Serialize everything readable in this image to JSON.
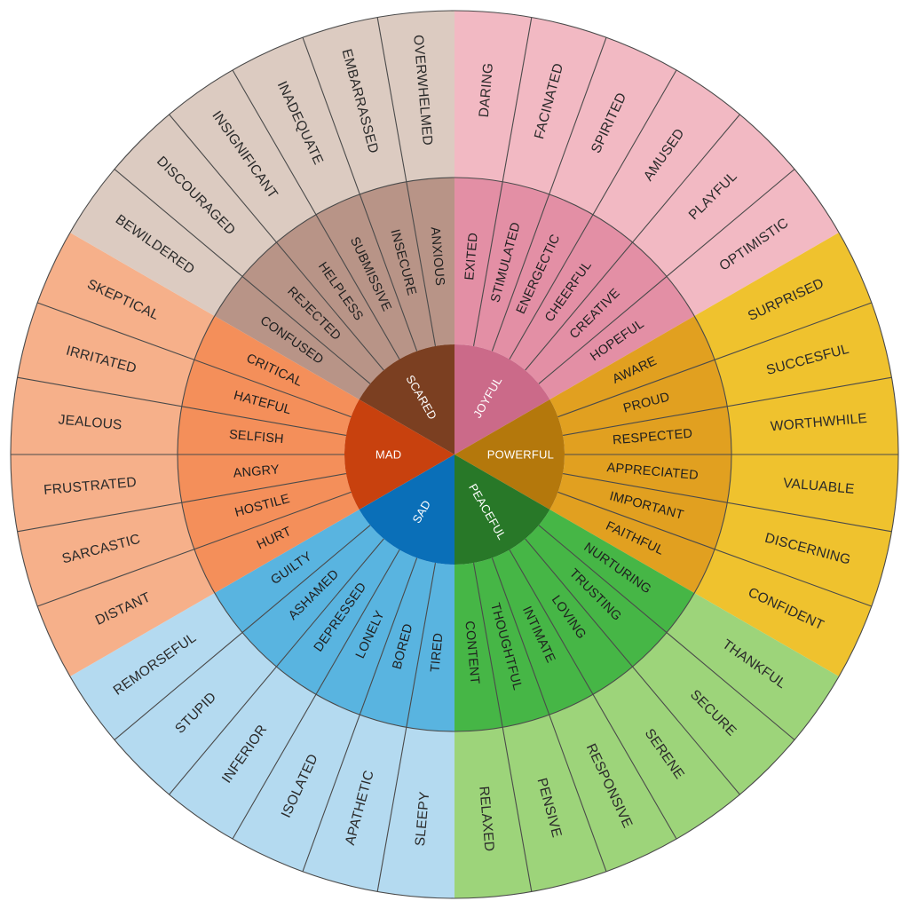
{
  "wheel": {
    "emotions": [
      {
        "name": "SAD",
        "colors": {
          "core": "#0a6fb8",
          "mid": "#59b4e0",
          "outer": "#b4daf0"
        },
        "secondary": [
          "TIRED",
          "BORED",
          "LONELY",
          "DEPRESSED",
          "ASHAMED",
          "GUILTY"
        ],
        "tertiary": [
          "SLEEPY",
          "APATHETIC",
          "ISOLATED",
          "INFERIOR",
          "STUPID",
          "REMORSEFUL"
        ]
      },
      {
        "name": "MAD",
        "colors": {
          "core": "#c8410e",
          "mid": "#f48f5a",
          "outer": "#f6b08a"
        },
        "secondary": [
          "HURT",
          "HOSTILE",
          "ANGRY",
          "SELFISH",
          "HATEFUL",
          "CRITICAL"
        ],
        "tertiary": [
          "DISTANT",
          "SARCASTIC",
          "FRUSTRATED",
          "JEALOUS",
          "IRRITATED",
          "SKEPTICAL"
        ]
      },
      {
        "name": "SCARED",
        "colors": {
          "core": "#7b3f21",
          "mid": "#b89487",
          "outer": "#dccbc1"
        },
        "secondary": [
          "CONFUSED",
          "REJECTED",
          "HELPLESS",
          "SUBMISSIVE",
          "INSECURE",
          "ANXIOUS"
        ],
        "tertiary": [
          "BEWILDERED",
          "DISCOURAGED",
          "INSIGNIFICANT",
          "INADEQUATE",
          "EMBARRASSED",
          "OVERWHELMED"
        ]
      },
      {
        "name": "JOYFUL",
        "colors": {
          "core": "#cb6a89",
          "mid": "#e38fa5",
          "outer": "#f2b9c3"
        },
        "secondary": [
          "EXITED",
          "STIMULATED",
          "ENERGECTIC",
          "CHEERFUL",
          "CREATIVE",
          "HOPEFUL"
        ],
        "tertiary": [
          "DARING",
          "FACINATED",
          "SPIRITED",
          "AMUSED",
          "PLAYFUL",
          "OPTIMISTIC"
        ]
      },
      {
        "name": "POWERFUL",
        "colors": {
          "core": "#b4780c",
          "mid": "#e1a020",
          "outer": "#efc22e"
        },
        "secondary": [
          "AWARE",
          "PROUD",
          "RESPECTED",
          "APPRECIATED",
          "IMPORTANT",
          "FAITHFUL"
        ],
        "tertiary": [
          "SURPRISED",
          "SUCCESFUL",
          "WORTHWHILE",
          "VALUABLE",
          "DISCERNING",
          "CONFIDENT"
        ]
      },
      {
        "name": "PEACEFUL",
        "colors": {
          "core": "#287828",
          "mid": "#46b646",
          "outer": "#9dd47a"
        },
        "secondary": [
          "NURTURING",
          "TRUSTING",
          "LOVING",
          "INTIMATE",
          "THOUGHTFUL",
          "CONTENT"
        ],
        "tertiary": [
          "THANKFUL",
          "SECURE",
          "SERENE",
          "RESPONSIVE",
          "PENSIVE",
          "RELAXED"
        ]
      }
    ]
  }
}
